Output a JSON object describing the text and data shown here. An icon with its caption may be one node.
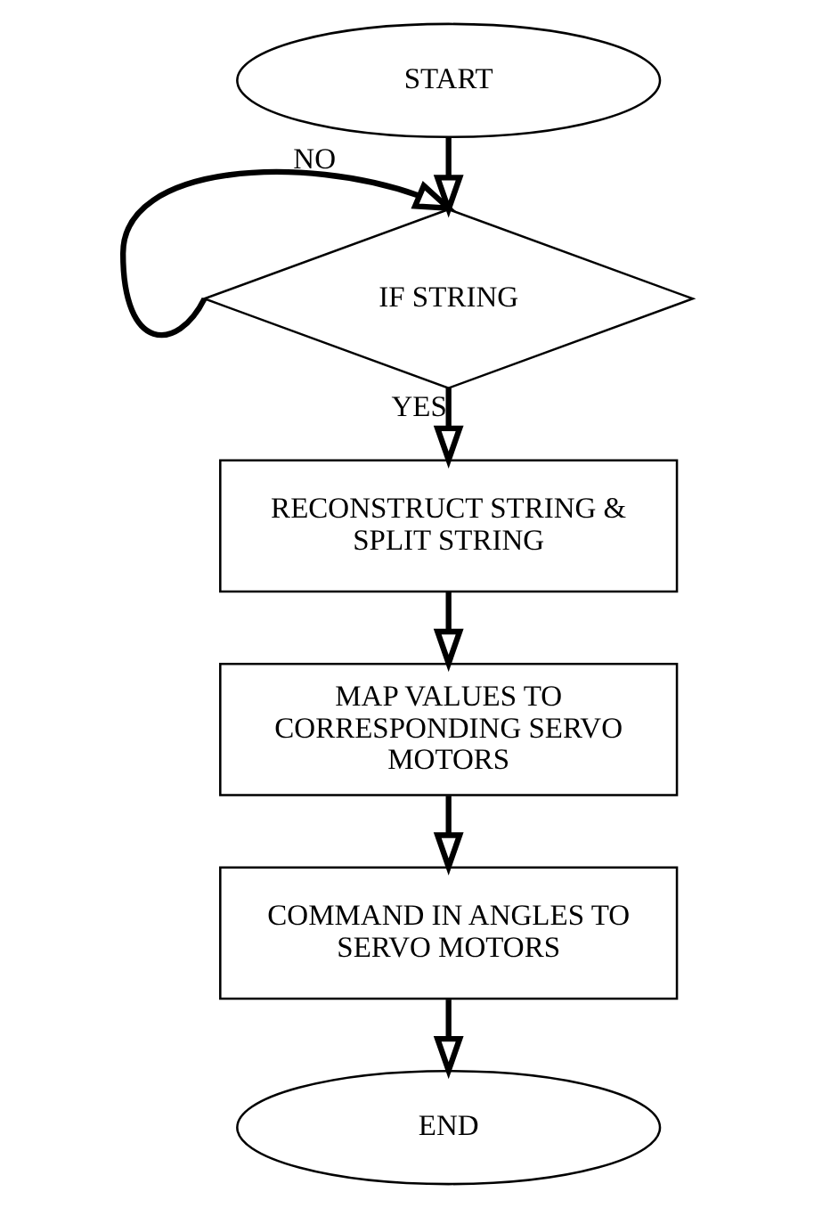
{
  "diagram": {
    "nodes": [
      {
        "text": [
          "START"
        ]
      },
      {
        "text": [
          "IF STRING"
        ]
      },
      {
        "text": [
          "RECONSTRUCT STRING & SPLIT STRING"
        ]
      },
      {
        "text": [
          "MAP VALUES TO CORRESPONDING SERVO MOTORS"
        ]
      },
      {
        "text": [
          "COMMAND IN ANGLES TO SERVO MOTORS"
        ]
      },
      {
        "text": [
          "END"
        ]
      }
    ],
    "edges": [
      {
        "from": 0,
        "to": 1,
        "arrow": "to"
      },
      {
        "from": 1,
        "to": 1,
        "arrow": "to",
        "label": "NO"
      },
      {
        "from": 1,
        "to": 2,
        "arrow": "to",
        "label": "YES"
      },
      {
        "from": 2,
        "to": 3,
        "arrow": "to"
      },
      {
        "from": 3,
        "to": 4,
        "arrow": "to"
      },
      {
        "from": 4,
        "to": 5,
        "arrow": "to"
      }
    ]
  }
}
